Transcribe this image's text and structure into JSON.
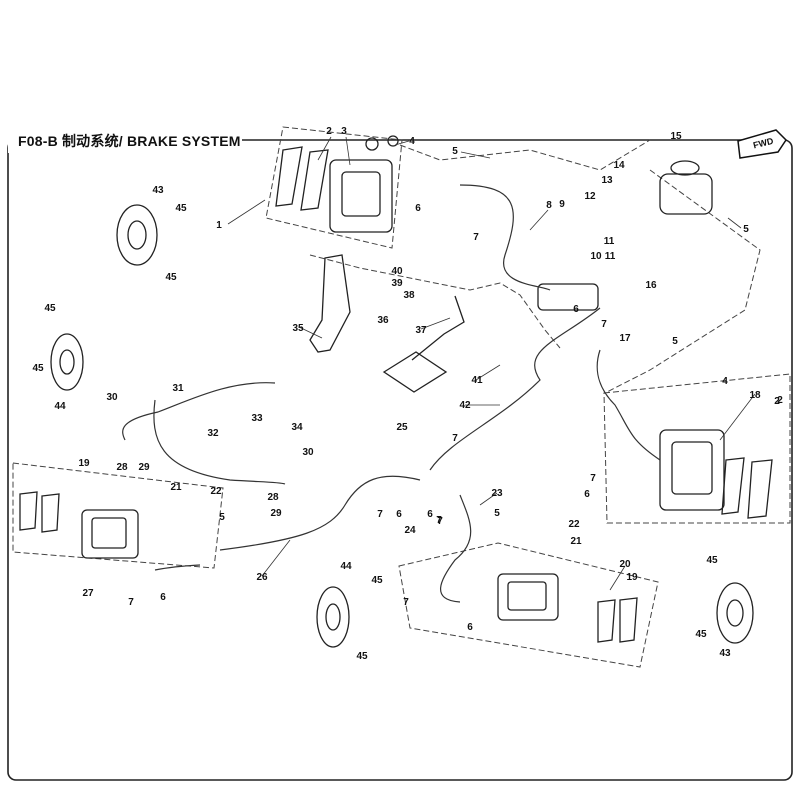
{
  "diagram": {
    "title": "F08-B 制动系统/ BRAKE SYSTEM",
    "fwd_label": "FWD",
    "callouts": [
      "1",
      "2",
      "2",
      "2",
      "3",
      "4",
      "4",
      "5",
      "5",
      "5",
      "5",
      "5",
      "6",
      "6",
      "6",
      "6",
      "6",
      "6",
      "6",
      "7",
      "7",
      "7",
      "7",
      "7",
      "7",
      "7",
      "7",
      "7",
      "8",
      "9",
      "10",
      "11",
      "11",
      "12",
      "13",
      "14",
      "15",
      "16",
      "17",
      "18",
      "19",
      "19",
      "20",
      "21",
      "21",
      "22",
      "22",
      "23",
      "24",
      "25",
      "26",
      "27",
      "28",
      "28",
      "29",
      "29",
      "30",
      "30",
      "31",
      "32",
      "33",
      "34",
      "35",
      "36",
      "37",
      "38",
      "39",
      "40",
      "41",
      "42",
      "43",
      "43",
      "44",
      "44",
      "45",
      "45",
      "45",
      "45",
      "45",
      "45",
      "45",
      "45"
    ]
  }
}
